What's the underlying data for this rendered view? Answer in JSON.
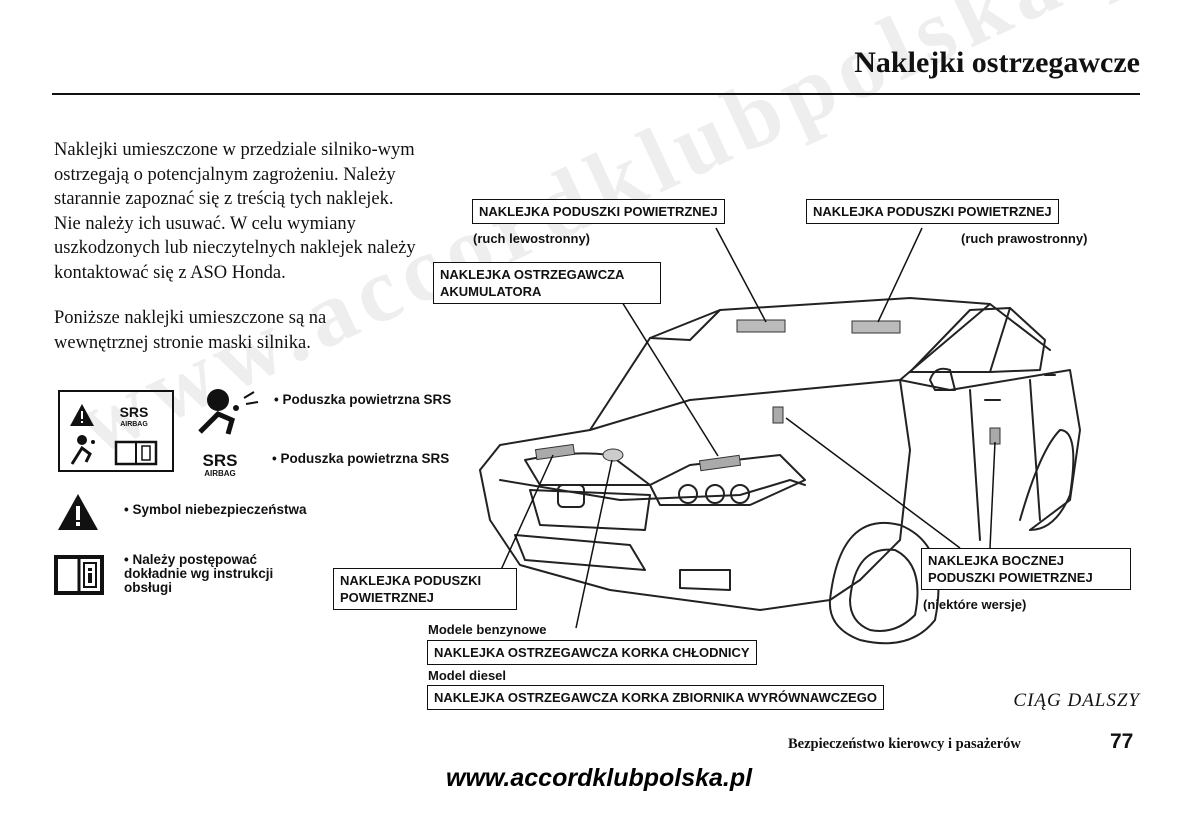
{
  "header": {
    "title": "Naklejki ostrzegawcze"
  },
  "intro": {
    "paragraph1": "Naklejki umieszczone w przedziale silniko-wym ostrzegają o potencjalnym zagrożeniu. Należy starannie zapoznać się z treścią tych naklejek. Nie należy ich usuwać. W celu wymiany uszkodzonych lub nieczytelnych naklejek należy kontaktować się z ASO Honda.",
    "paragraph2": "Poniższe naklejki umieszczone są na wewnętrznej stronie maski silnika."
  },
  "symbols": {
    "srs_text": "SRS",
    "airbag_text": "AIRBAG",
    "airbag_desc": "• Poduszka powietrzna SRS",
    "srs_desc": "• Poduszka powietrzna SRS",
    "danger_desc": "• Symbol niebezpieczeństwa",
    "manual_desc": "• Należy postępować dokładnie wg instrukcji obsługi"
  },
  "labels": {
    "airbag_left": "NAKLEJKA PODUSZKI POWIETRZNEJ",
    "airbag_left_note": "(ruch lewostronny)",
    "airbag_right": "NAKLEJKA PODUSZKI POWIETRZNEJ",
    "airbag_right_note": "(ruch prawostronny)",
    "battery": "NAKLEJKA OSTRZEGAWCZA AKUMULATORA",
    "airbag_front": "NAKLEJKA PODUSZKI POWIETRZNEJ",
    "side_airbag": "NAKLEJKA BOCZNEJ PODUSZKI POWIETRZNEJ",
    "side_airbag_note": "(niektóre wersje)",
    "petrol_models": "Modele benzynowe",
    "radiator_cap": "NAKLEJKA OSTRZEGAWCZA KORKA CHŁODNICY",
    "diesel_model": "Model diesel",
    "expansion_tank": "NAKLEJKA OSTRZEGAWCZA KORKA ZBIORNIKA WYRÓWNAWCZEGO"
  },
  "footer": {
    "continued": "CIĄG DALSZY",
    "section": "Bezpieczeństwo kierowcy i pasażerów",
    "page": "77",
    "website": "www.accordklubpolska.pl"
  },
  "watermark": "www.accordklubpolska.pl"
}
